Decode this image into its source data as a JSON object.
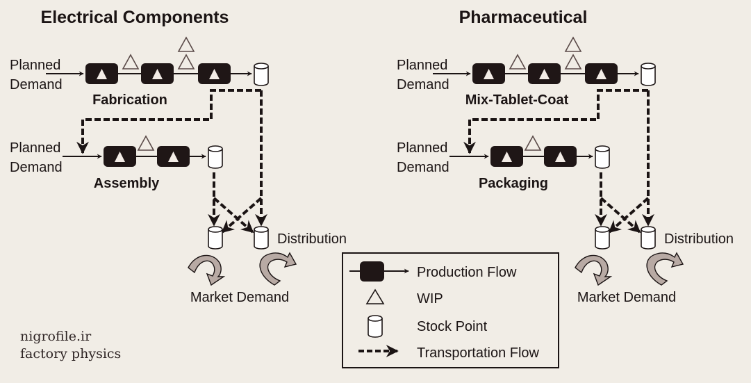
{
  "colors": {
    "background": "#f1ede6",
    "ink": "#1b1414",
    "station_fill": "#1f1616",
    "wip_stroke": "#5a4a48",
    "demand_arrow_fill": "#b8aaa4"
  },
  "panels": [
    {
      "id": "electrical",
      "title": "Electrical Components",
      "stage1": {
        "input_label_line1": "Planned",
        "input_label_line2": "Demand",
        "name": "Fabrication",
        "stations": 3,
        "wip_between": [
          1,
          2
        ]
      },
      "stage2": {
        "input_label_line1": "Planned",
        "input_label_line2": "Demand",
        "name": "Assembly",
        "stations": 2,
        "wip_between": [
          1
        ]
      },
      "distribution_label": "Distribution",
      "market_label": "Market Demand"
    },
    {
      "id": "pharmaceutical",
      "title": "Pharmaceutical",
      "stage1": {
        "input_label_line1": "Planned",
        "input_label_line2": "Demand",
        "name": "Mix-Tablet-Coat",
        "stations": 3,
        "wip_between": [
          1,
          2
        ]
      },
      "stage2": {
        "input_label_line1": "Planned",
        "input_label_line2": "Demand",
        "name": "Packaging",
        "stations": 2,
        "wip_between": [
          1
        ]
      },
      "distribution_label": "Distribution",
      "market_label": "Market Demand"
    }
  ],
  "legend": {
    "items": [
      {
        "symbol": "production-flow-icon",
        "label": "Production Flow"
      },
      {
        "symbol": "wip-triangle-icon",
        "label": "WIP"
      },
      {
        "symbol": "stock-point-icon",
        "label": "Stock Point"
      },
      {
        "symbol": "transportation-flow-icon",
        "label": "Transportation Flow"
      }
    ]
  },
  "watermark": {
    "line1": "nigrofile.ir",
    "line2": "factory physics"
  }
}
